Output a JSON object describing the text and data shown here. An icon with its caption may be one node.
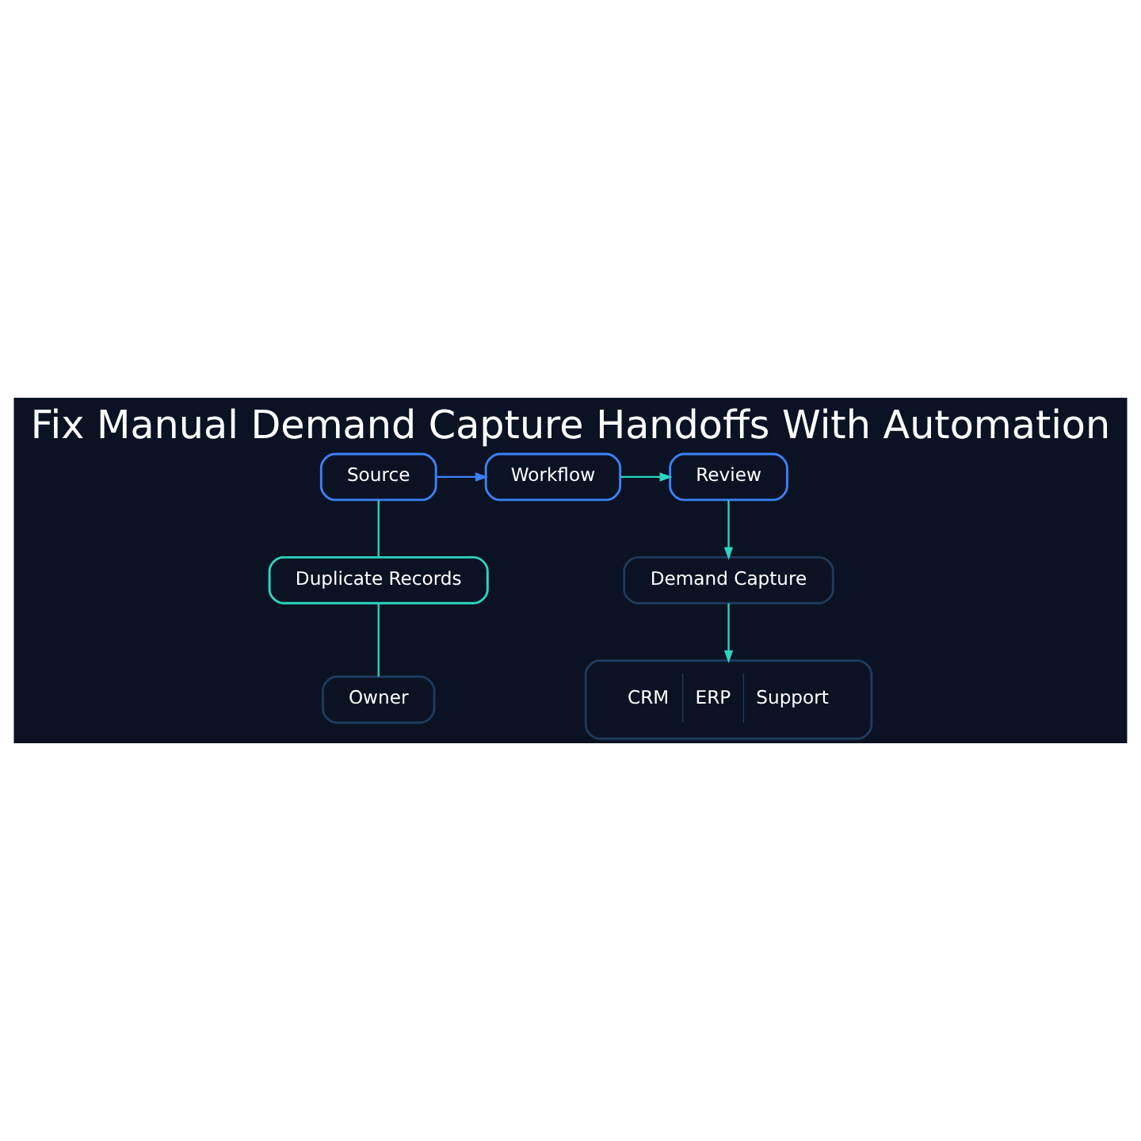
{
  "diagram": {
    "title": "Fix Manual Demand Capture Handoffs With Automation",
    "nodes": [
      {
        "text": [
          "Source"
        ]
      },
      {
        "text": [
          "Workflow"
        ]
      },
      {
        "text": [
          "Review"
        ]
      },
      {
        "text": [
          "Duplicate Records"
        ]
      },
      {
        "text": [
          "Demand Capture"
        ]
      },
      {
        "text": [
          "Owner"
        ]
      },
      {
        "text": [
          "CRM",
          "ERP",
          "Support"
        ]
      }
    ],
    "edges": [
      {
        "from": 0,
        "to": 1,
        "arrow": "to",
        "color": "#3b82f6"
      },
      {
        "from": 1,
        "to": 2,
        "arrow": "to"
      },
      {
        "from": 2,
        "to": 4,
        "arrow": "to"
      },
      {
        "from": 0,
        "to": 3,
        "arrow": "none"
      },
      {
        "from": 3,
        "to": 5,
        "arrow": "none"
      },
      {
        "from": 4,
        "to": 6,
        "arrow": "to"
      }
    ]
  }
}
